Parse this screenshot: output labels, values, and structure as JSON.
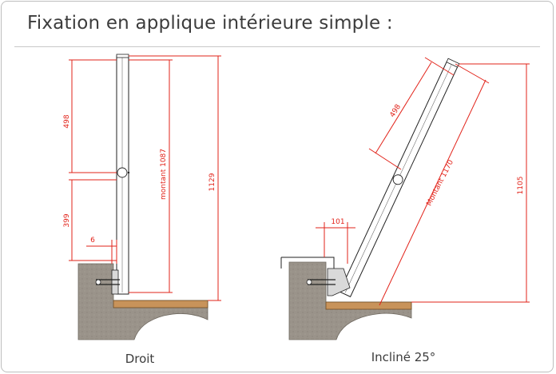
{
  "title": "Fixation en applique intérieure simple :",
  "left_view": {
    "caption": "Droit",
    "dimensions": {
      "top_segment": "498",
      "bottom_segment": "399",
      "offset": "6",
      "post_length": "montant 1087",
      "total_height": "1129"
    }
  },
  "right_view": {
    "caption": "Incliné 25°",
    "dimensions": {
      "top_segment": "498",
      "offset": "101",
      "post_length": "Montant 1170",
      "total_height": "1105"
    }
  },
  "colors": {
    "dimension_red": "#e2231a",
    "concrete": "#9a938a",
    "timber": "#c8935a",
    "title_gray": "#3c3c3c"
  }
}
